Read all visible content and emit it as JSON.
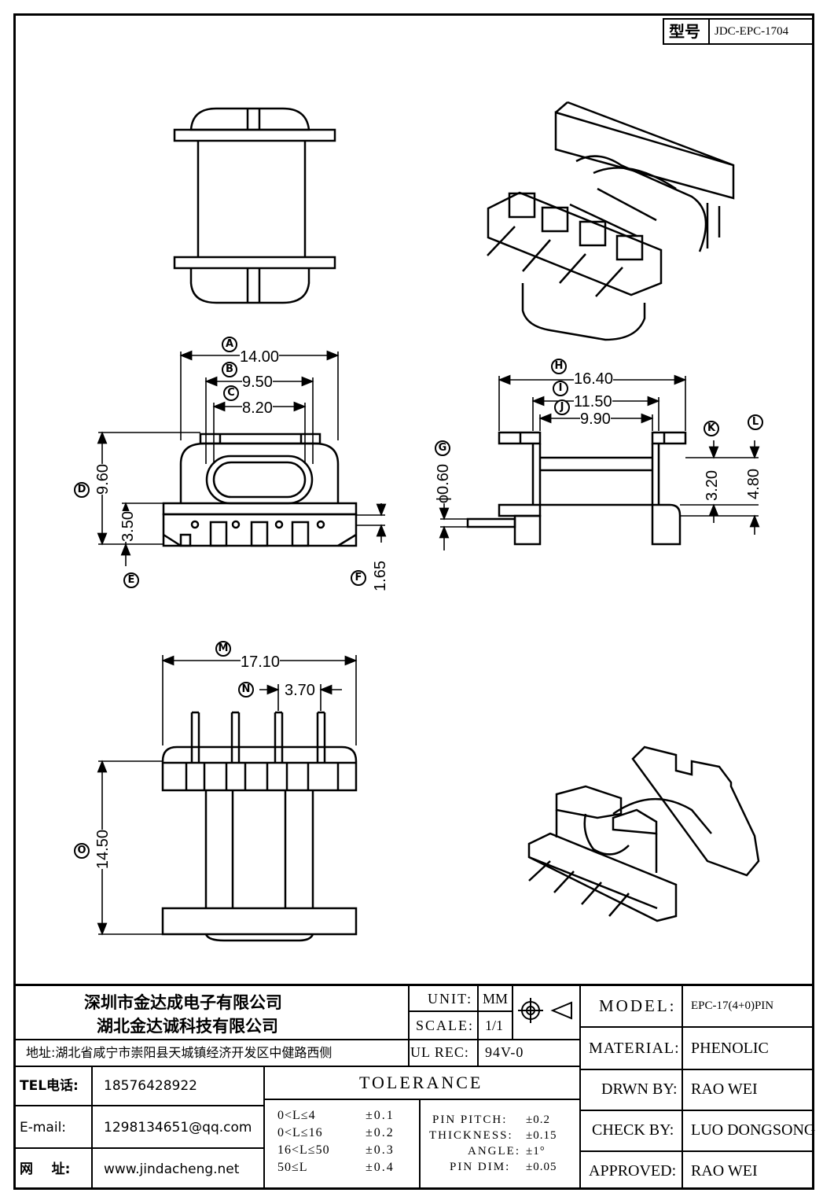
{
  "model_box": {
    "label": "型号",
    "value": "JDC-EPC-1704"
  },
  "dimensions": {
    "A": {
      "letter": "A",
      "value": "14.00"
    },
    "B": {
      "letter": "B",
      "value": "9.50"
    },
    "C": {
      "letter": "C",
      "value": "8.20"
    },
    "D": {
      "letter": "D",
      "value": "9.60"
    },
    "E": {
      "letter": "E",
      "value": "3.50"
    },
    "F": {
      "letter": "F",
      "value": "1.65"
    },
    "G": {
      "letter": "G",
      "value": "ϕ0.60"
    },
    "H": {
      "letter": "H",
      "value": "16.40"
    },
    "I": {
      "letter": "I",
      "value": "11.50"
    },
    "J": {
      "letter": "J",
      "value": "9.90"
    },
    "K": {
      "letter": "K",
      "value": "3.20"
    },
    "L": {
      "letter": "L",
      "value": "4.80"
    },
    "M": {
      "letter": "M",
      "value": "17.10"
    },
    "N": {
      "letter": "N",
      "value": "3.70"
    },
    "O": {
      "letter": "O",
      "value": "14.50"
    }
  },
  "title_block": {
    "company_1": "深圳市金达成电子有限公司",
    "company_2": "湖北金达诚科技有限公司",
    "address": "地址:湖北省咸宁市崇阳县天城镇经济开发区中健路西侧",
    "unit_label": "UNIT:",
    "unit_value": "MM",
    "scale_label": "SCALE:",
    "scale_value": "1/1",
    "ul_label": "UL REC:",
    "ul_value": "94V-0",
    "tel_label": "TEL电话:",
    "tel_value": "18576428922",
    "email_label": "E-mail:",
    "email_value": "1298134651@qq.com",
    "web_label": "网    址:",
    "web_value": "www.jindacheng.net",
    "tolerance_title": "TOLERANCE",
    "tolerance_rows": [
      {
        "range": "0<L≤4",
        "value": "±0.1"
      },
      {
        "range": "0<L≤16",
        "value": "±0.2"
      },
      {
        "range": "16<L≤50",
        "value": "±0.3"
      },
      {
        "range": "50≤L",
        "value": "±0.4"
      }
    ],
    "pin_rows": [
      {
        "label": "PIN PITCH:",
        "value": "±0.2"
      },
      {
        "label": "THICKNESS:",
        "value": "±0.15"
      },
      {
        "label": "ANGLE:",
        "value": "±1°"
      },
      {
        "label": "PIN DIM:",
        "value": "±0.05"
      }
    ],
    "model_label": "MODEL:",
    "model_value": "EPC-17(4+0)PIN",
    "material_label": "MATERIAL:",
    "material_value": "PHENOLIC",
    "drawn_label": "DRWN BY:",
    "drawn_value": "RAO WEI",
    "check_label": "CHECK BY:",
    "check_value": "LUO DONGSONG",
    "approved_label": "APPROVED:",
    "approved_value": "RAO WEI"
  }
}
